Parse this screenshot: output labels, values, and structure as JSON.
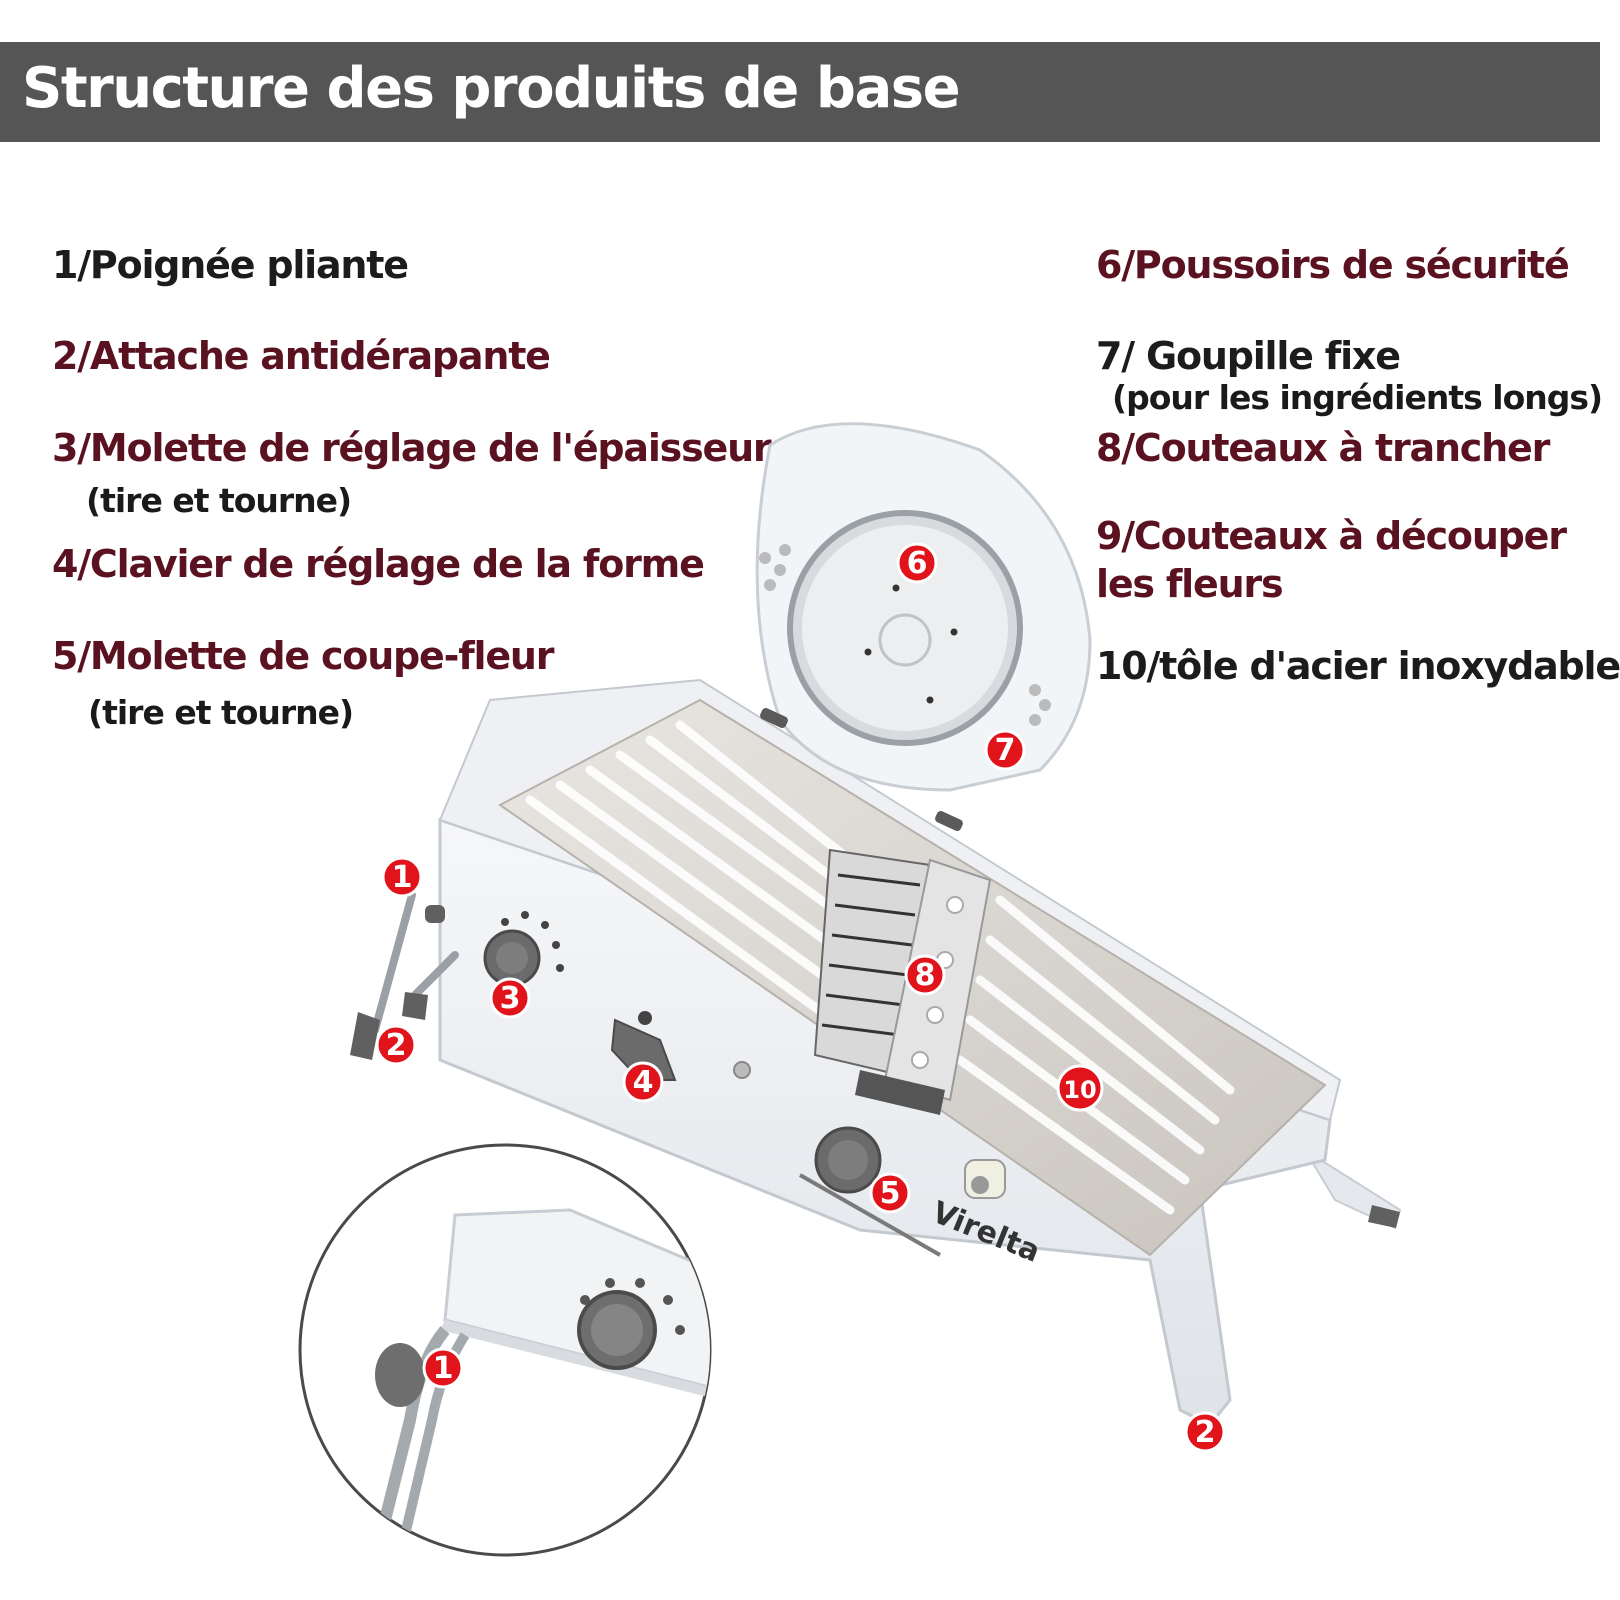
{
  "header": {
    "title": "Structure des produits de base"
  },
  "parts": [
    {
      "label": "1/Poignée pliante",
      "note": ""
    },
    {
      "label": "2/Attache antidérapante",
      "note": ""
    },
    {
      "label": "3/Molette de réglage de l'épaisseur",
      "note": "(tire et tourne)"
    },
    {
      "label": "4/Clavier de réglage de la forme",
      "note": ""
    },
    {
      "label": "5/Molette de coupe-fleur",
      "note": "(tire et tourne)"
    },
    {
      "label": "6/Poussoirs de sécurité",
      "note": ""
    },
    {
      "label": "7/ Goupille fixe",
      "note": "(pour les ingrédients longs)"
    },
    {
      "label": "8/Couteaux à trancher",
      "note": ""
    },
    {
      "label": "9/Couteaux à découper",
      "label_line2": "les fleurs",
      "note": ""
    },
    {
      "label": "10/tôle d'acier inoxydable",
      "note": ""
    }
  ],
  "markers": [
    "1",
    "2",
    "3",
    "4",
    "5",
    "6",
    "7",
    "8",
    "10",
    "1",
    "2"
  ],
  "brand": "Virelta",
  "colors": {
    "header_bg": "#555555",
    "label_dark": "#1c1c1c",
    "label_red": "#5a1221",
    "marker_red": "#e0141a"
  },
  "icons": [
    "mandoline-slicer-illustration",
    "circular-pusher",
    "folding-handle",
    "thickness-dial",
    "shape-key",
    "flower-cutter-dial",
    "zoom-detail-circle"
  ]
}
